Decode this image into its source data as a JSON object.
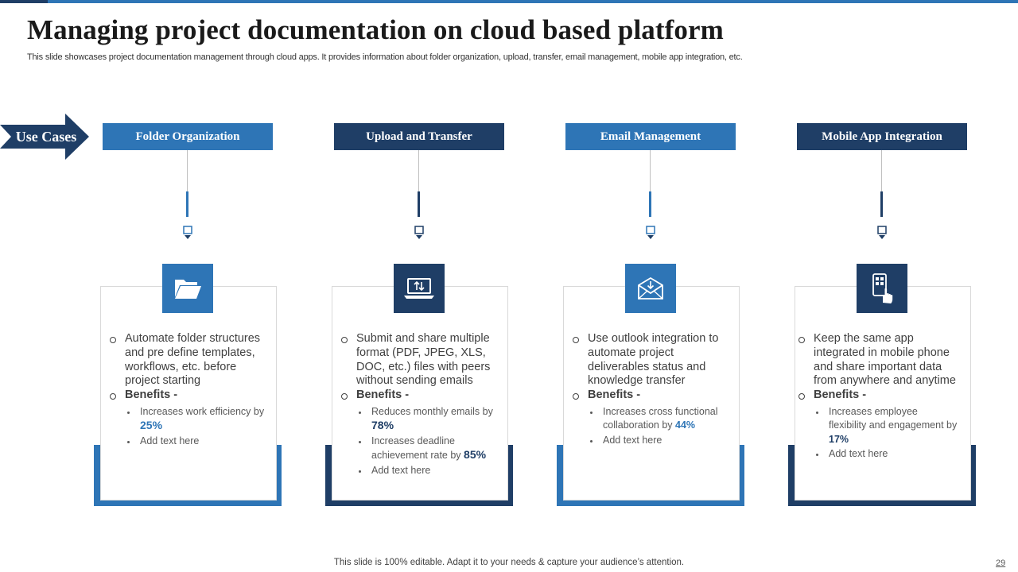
{
  "title": "Managing project documentation  on cloud based platform",
  "subtitle": "This slide showcases project documentation management through cloud apps. It provides information about folder organization, upload, transfer, email management, mobile app integration, etc.",
  "use_cases_label": "Use Cases",
  "colors": {
    "light_blue": "#2e75b6",
    "dark_blue": "#1f3e66",
    "light_frame": "#2e75b6",
    "dark_frame": "#1f3e66"
  },
  "columns": [
    {
      "header": "Folder Organization",
      "icon": "folder-icon",
      "description": "Automate folder structures and pre define templates, workflows, etc. before project starting",
      "benefits_label": "Benefits -",
      "benefits": [
        {
          "text": "Increases work efficiency by ",
          "pct": "25%"
        },
        {
          "text": "Add text here",
          "pct": ""
        }
      ]
    },
    {
      "header": "Upload  and Transfer",
      "icon": "laptop-transfer-icon",
      "description": "Submit and share multiple format (PDF, JPEG, XLS, DOC, etc.) files with peers without sending emails",
      "benefits_label": "Benefits -",
      "benefits": [
        {
          "text": "Reduces monthly emails by ",
          "pct": "78%"
        },
        {
          "text": "Increases deadline achievement  rate by ",
          "pct": "85%"
        },
        {
          "text": "Add text here",
          "pct": ""
        }
      ]
    },
    {
      "header": "Email  Management",
      "icon": "email-download-icon",
      "description": "Use outlook integration to automate project deliverables status and knowledge transfer",
      "benefits_label": "Benefits -",
      "benefits": [
        {
          "text": "Increases cross functional collaboration  by ",
          "pct": "44%"
        },
        {
          "text": "Add text here",
          "pct": ""
        }
      ]
    },
    {
      "header": "Mobile App Integration",
      "icon": "mobile-touch-icon",
      "description": "Keep the same app integrated in mobile phone and share important data from anywhere and anytime",
      "benefits_label": "Benefits -",
      "benefits": [
        {
          "text": "Increases employee flexibility and engagement by ",
          "pct": "17%"
        },
        {
          "text": "Add text here",
          "pct": ""
        }
      ]
    }
  ],
  "footer": "This slide is 100% editable. Adapt it to your needs & capture your audience’s attention.",
  "page_number": "29"
}
